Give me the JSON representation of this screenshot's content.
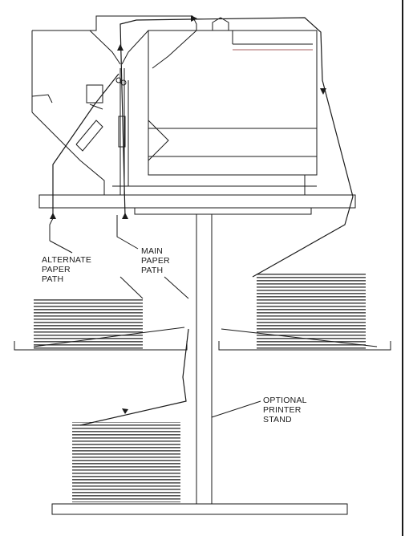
{
  "labels": {
    "alternate_paper_path": [
      "ALTERNATE",
      "PAPER",
      "PATH"
    ],
    "main_paper_path": [
      "MAIN",
      "PAPER",
      "PATH"
    ],
    "optional_printer_stand": [
      "OPTIONAL",
      "PRINTER",
      "STAND"
    ]
  },
  "colors": {
    "line": "#1a1a1a",
    "stack": "#2a2a2a",
    "background": "#ffffff"
  }
}
